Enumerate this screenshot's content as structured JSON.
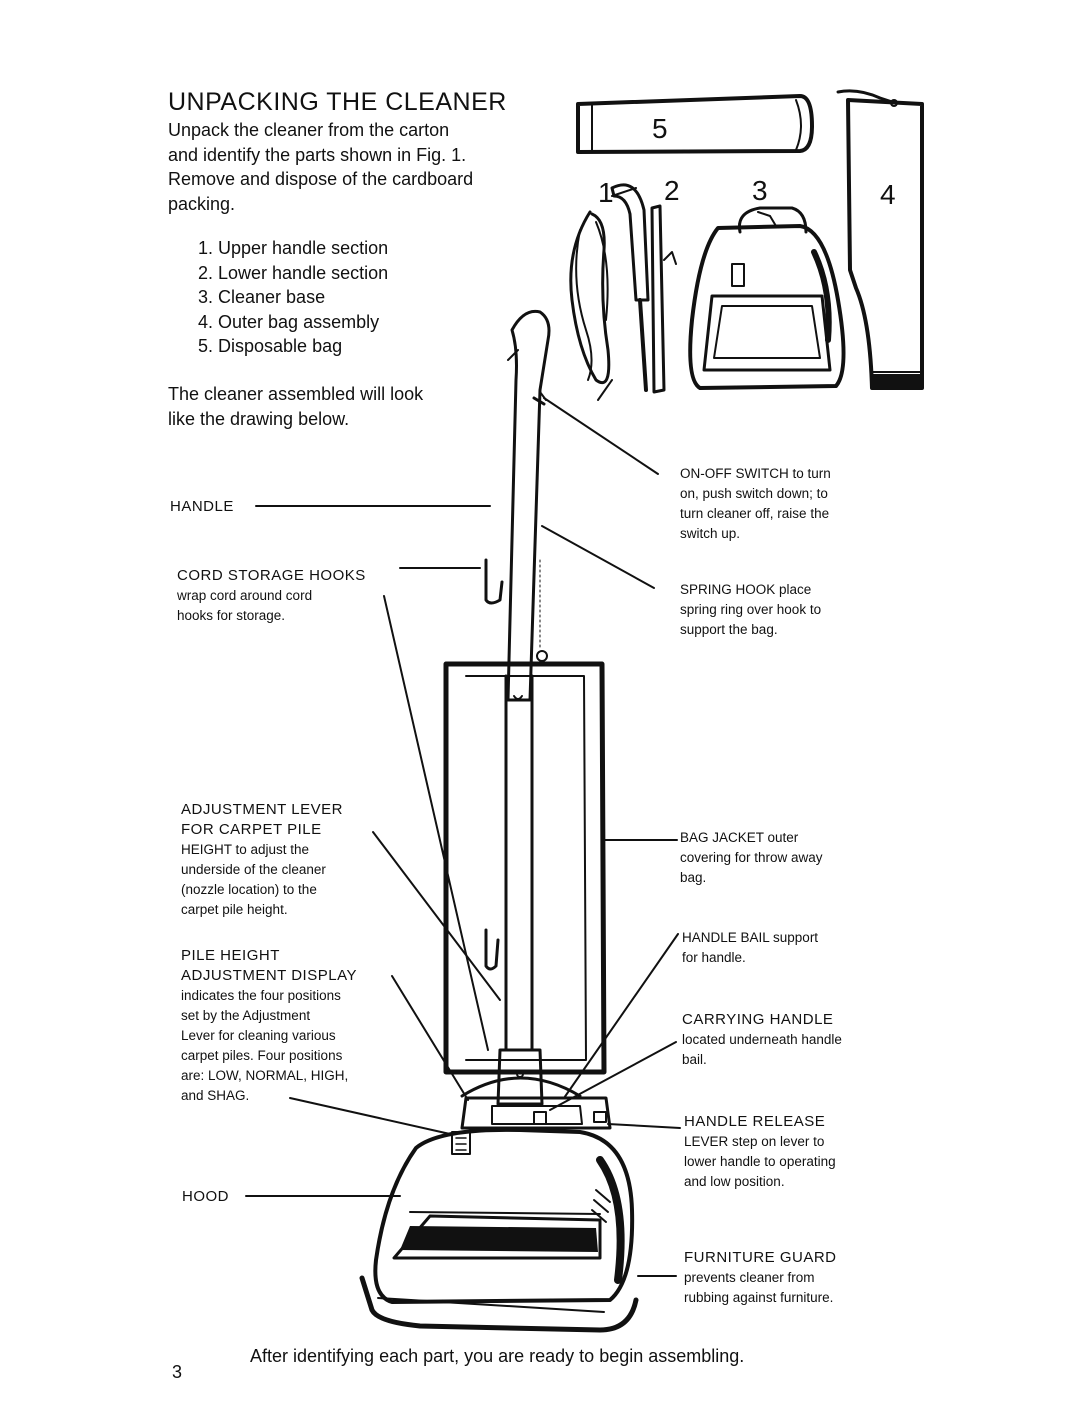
{
  "title": "UNPACKING THE CLEANER",
  "intro_lines": [
    "Unpack the cleaner from the carton",
    "and identify the parts shown in Fig. 1.",
    "Remove and dispose of the cardboard",
    "packing."
  ],
  "parts": [
    "1. Upper handle section",
    "2. Lower handle section",
    "3. Cleaner base",
    "4. Outer bag assembly",
    "5. Disposable bag"
  ],
  "assembled_lines": [
    "The cleaner assembled will look",
    "like the drawing below."
  ],
  "figure_numbers": [
    "1",
    "2",
    "3",
    "4",
    "5"
  ],
  "callouts": {
    "handle": {
      "heading": "HANDLE"
    },
    "cord_storage": {
      "heading": "CORD STORAGE HOOKS",
      "lines": [
        "wrap cord around cord",
        "hooks for storage."
      ]
    },
    "adjustment_lever": {
      "heading_lines": [
        "ADJUSTMENT LEVER",
        "FOR CARPET PILE"
      ],
      "lines": [
        "HEIGHT to adjust the",
        "underside of the cleaner",
        "(nozzle location) to the",
        "carpet pile height."
      ]
    },
    "pile_display": {
      "heading_lines": [
        "PILE HEIGHT",
        "ADJUSTMENT DISPLAY"
      ],
      "lines": [
        "indicates the four positions",
        "set by the Adjustment",
        "Lever for cleaning various",
        "carpet piles. Four positions",
        "are: LOW, NORMAL, HIGH,",
        "and SHAG."
      ]
    },
    "hood": {
      "heading": "HOOD"
    },
    "on_off": {
      "lines": [
        "ON-OFF SWITCH to turn",
        "on, push switch down; to",
        "turn cleaner off, raise the",
        "switch up."
      ]
    },
    "spring_hook": {
      "lines": [
        "SPRING HOOK place",
        "spring ring over hook to",
        "support the bag."
      ]
    },
    "bag_jacket": {
      "lines": [
        "BAG JACKET outer",
        "covering for throw away",
        "bag."
      ]
    },
    "handle_bail": {
      "lines": [
        "HANDLE BAIL support",
        "for handle."
      ]
    },
    "carrying_handle": {
      "lines": [
        "CARRYING HANDLE",
        "located underneath handle",
        "bail."
      ]
    },
    "handle_release": {
      "lines": [
        "HANDLE RELEASE",
        "LEVER step on lever to",
        "lower handle to operating",
        "and low position."
      ]
    },
    "furniture_guard": {
      "lines": [
        "FURNITURE GUARD",
        "prevents cleaner from",
        "rubbing against furniture."
      ]
    }
  },
  "footer": "After identifying each part, you are ready to begin assembling.",
  "page_number": "3"
}
